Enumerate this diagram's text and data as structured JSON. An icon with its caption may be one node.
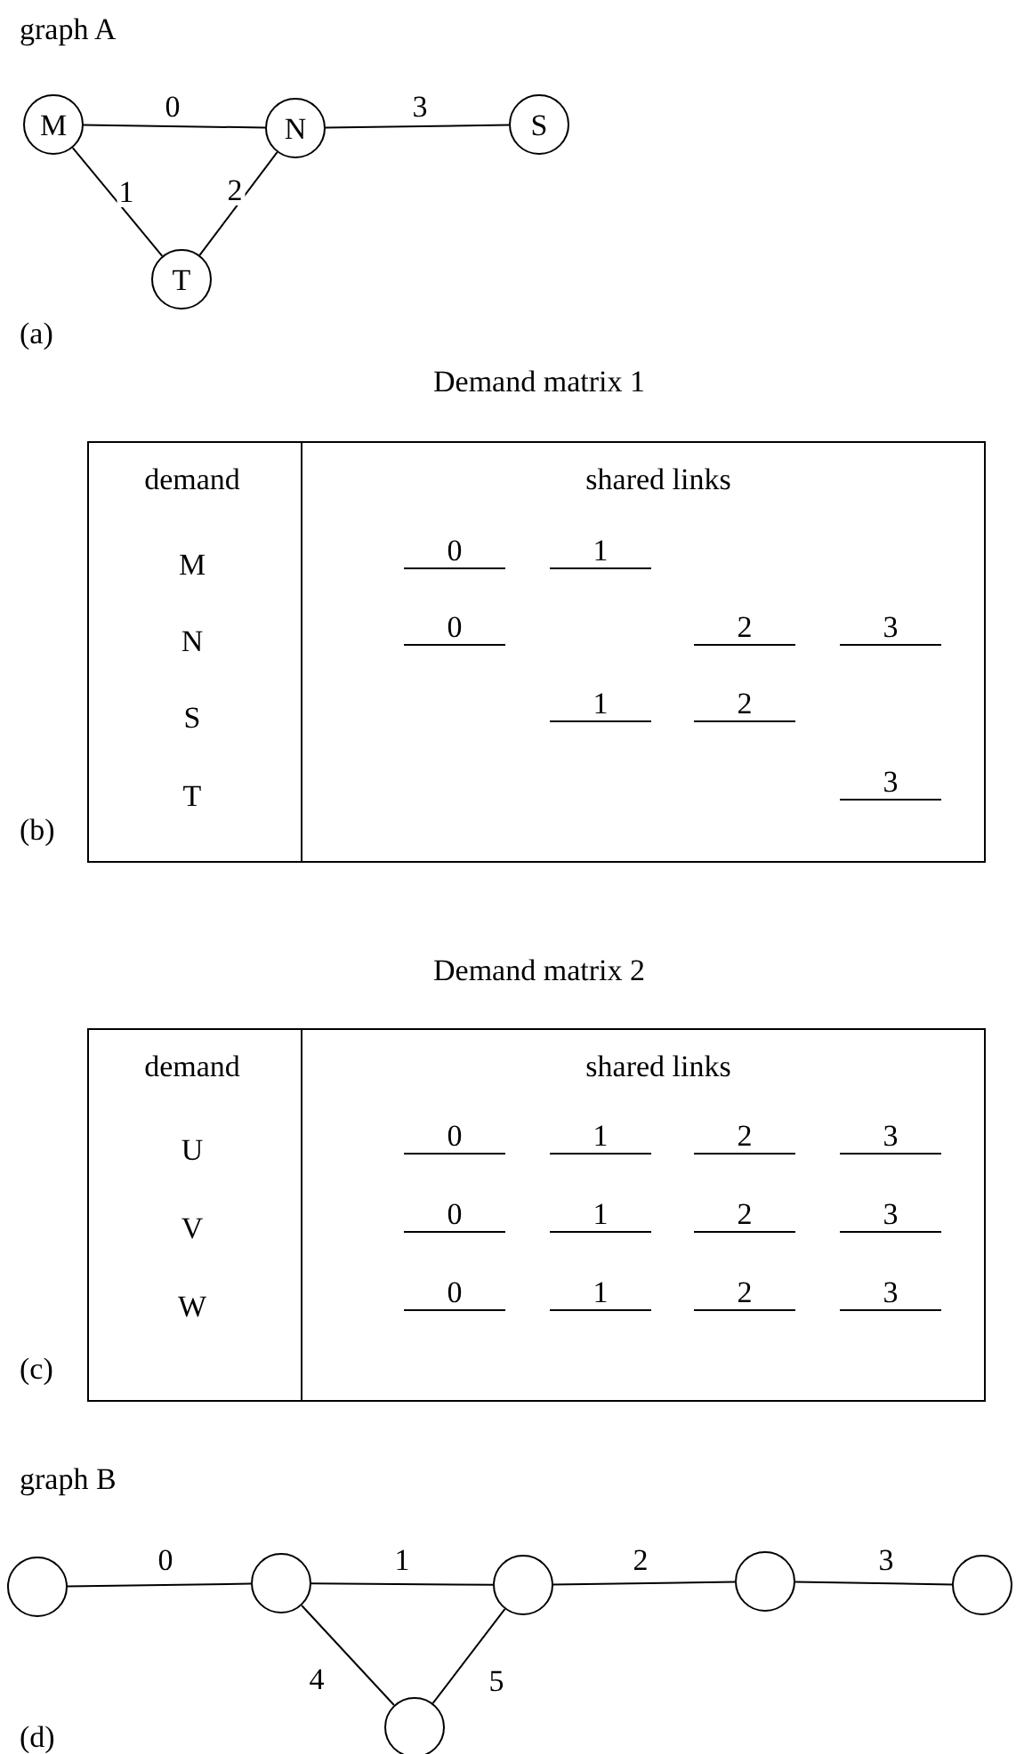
{
  "diagram": {
    "nodes": [
      {
        "text": [
          "M"
        ]
      },
      {
        "text": [
          "N"
        ]
      },
      {
        "text": [
          "S"
        ]
      },
      {
        "text": [
          "T"
        ]
      },
      {
        "text": [],
        "shape": "circle"
      },
      {
        "text": [],
        "shape": "circle"
      },
      {
        "text": [],
        "shape": "circle"
      },
      {
        "text": [],
        "shape": "circle"
      },
      {
        "text": [],
        "shape": "circle"
      },
      {
        "text": [],
        "shape": "circle"
      }
    ],
    "edges": [
      {
        "from": 0,
        "to": 1,
        "arrow": "none",
        "label": "0"
      },
      {
        "from": 0,
        "to": 3,
        "arrow": "none",
        "label": "1"
      },
      {
        "from": 1,
        "to": 3,
        "arrow": "none",
        "label": "2"
      },
      {
        "from": 1,
        "to": 2,
        "arrow": "none",
        "label": "3"
      },
      {
        "from": 4,
        "to": 5,
        "arrow": "none",
        "label": "0"
      },
      {
        "from": 5,
        "to": 6,
        "arrow": "none",
        "label": "1"
      },
      {
        "from": 6,
        "to": 7,
        "arrow": "none",
        "label": "2"
      },
      {
        "from": 7,
        "to": 8,
        "arrow": "none",
        "label": "3"
      },
      {
        "from": 5,
        "to": 9,
        "arrow": "none",
        "label": "4"
      },
      {
        "from": 6,
        "to": 9,
        "arrow": "none",
        "label": "5"
      }
    ],
    "labels": [
      "graph A",
      "(a)",
      "Demand matrix 1",
      "demand",
      "shared links",
      "M",
      "0",
      "1",
      "N",
      "0",
      "2",
      "3",
      "S",
      "1",
      "2",
      "T",
      "3",
      "(b)",
      "Demand matrix 2",
      "demand",
      "shared links",
      "U",
      "0",
      "1",
      "2",
      "3",
      "V",
      "0",
      "1",
      "2",
      "3",
      "W",
      "0",
      "1",
      "2",
      "3",
      "(c)",
      "graph B",
      "(d)"
    ]
  }
}
